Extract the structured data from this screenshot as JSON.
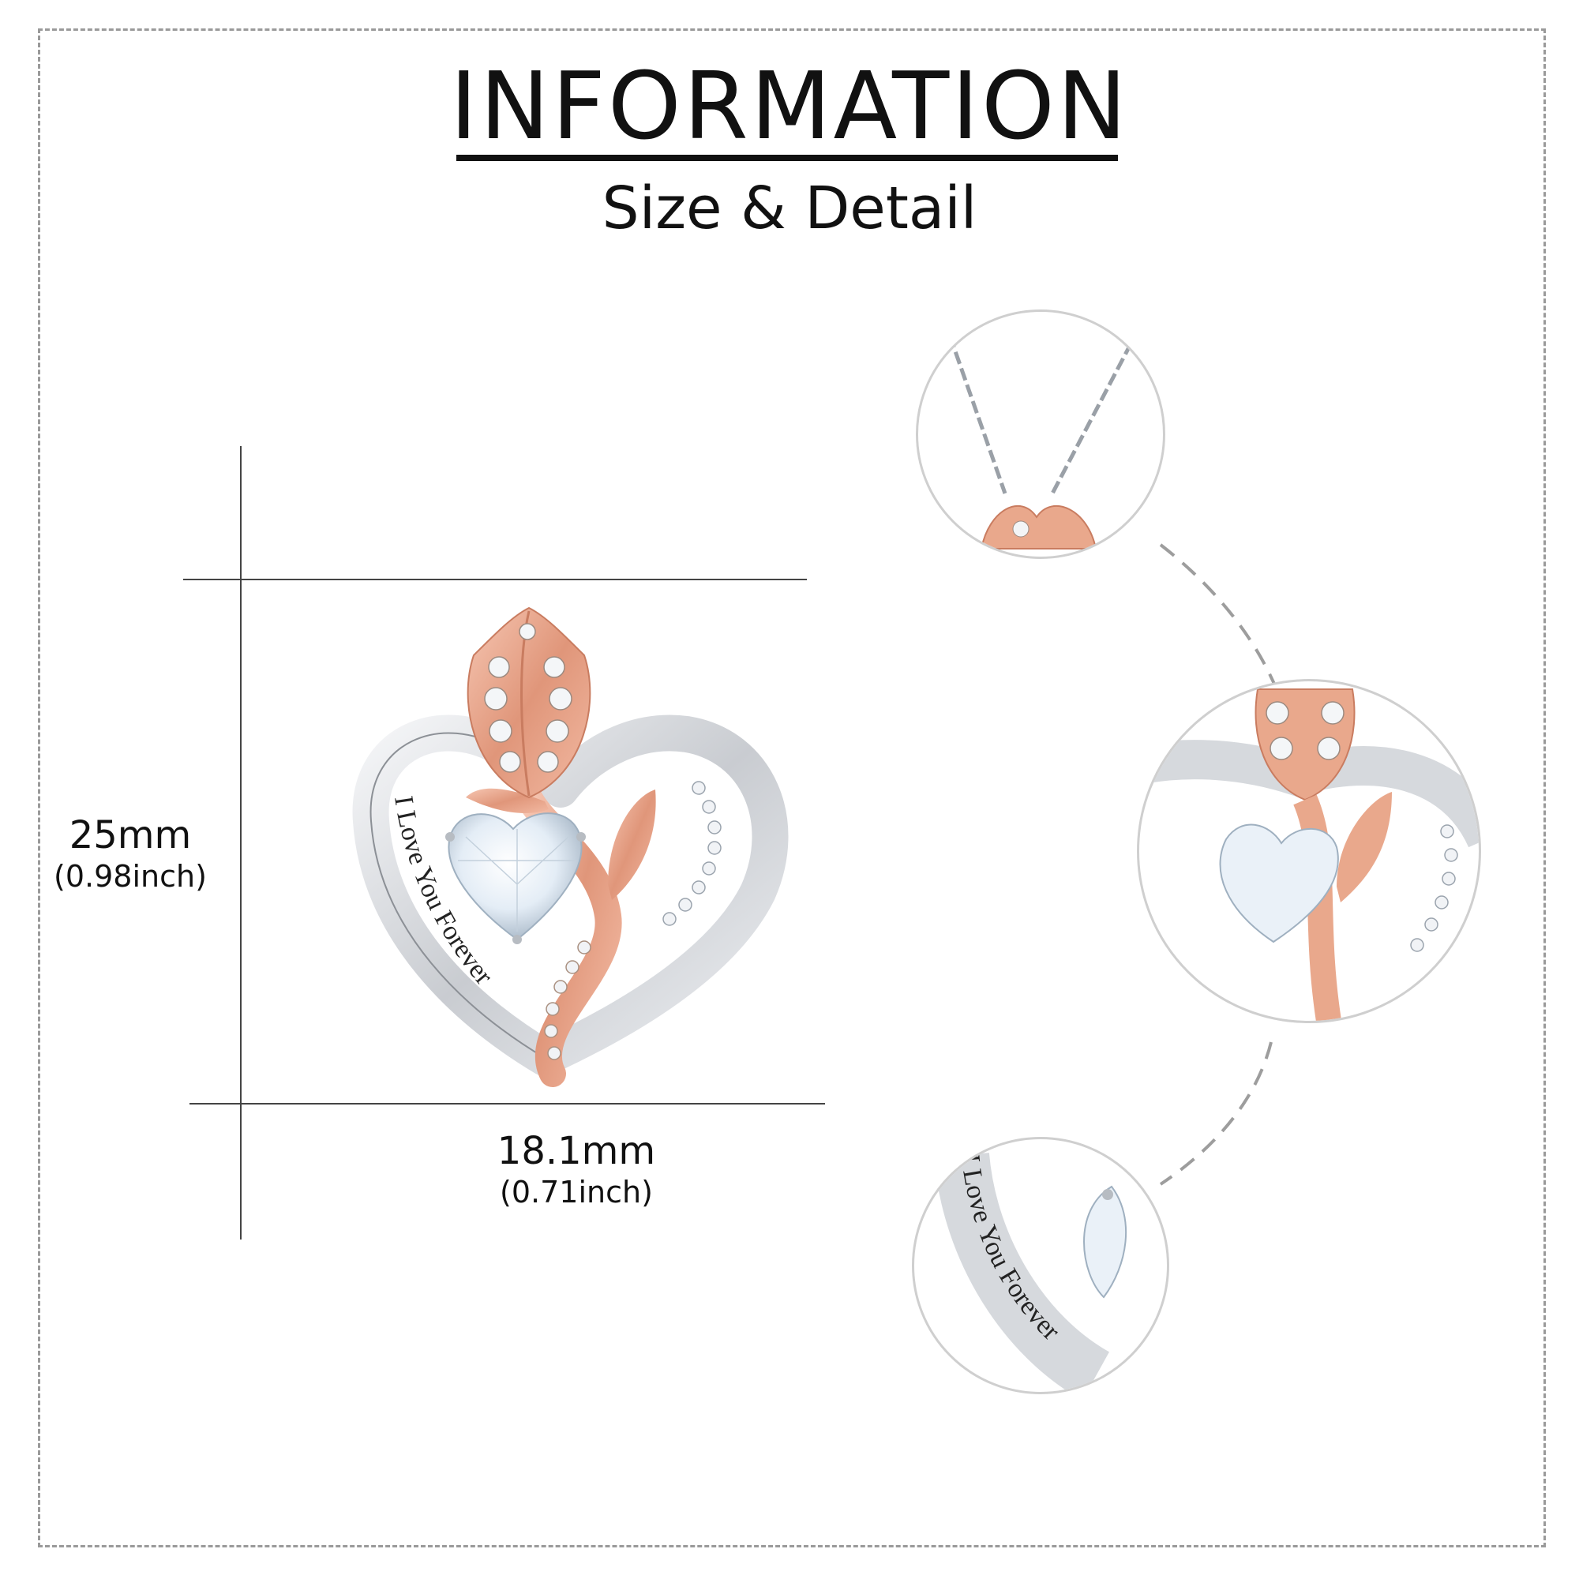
{
  "header": {
    "title": "INFORMATION",
    "subtitle": "Size & Detail"
  },
  "dimensions": {
    "height_mm": "25mm",
    "height_inch": "(0.98inch)",
    "width_mm": "18.1mm",
    "width_inch": "(0.71inch)"
  },
  "engraving": "I Love You Forever",
  "colors": {
    "rose_gold": "#e8a38a",
    "silver": "#d8dadd",
    "crystal": "#eef4fa",
    "text": "#111111"
  }
}
